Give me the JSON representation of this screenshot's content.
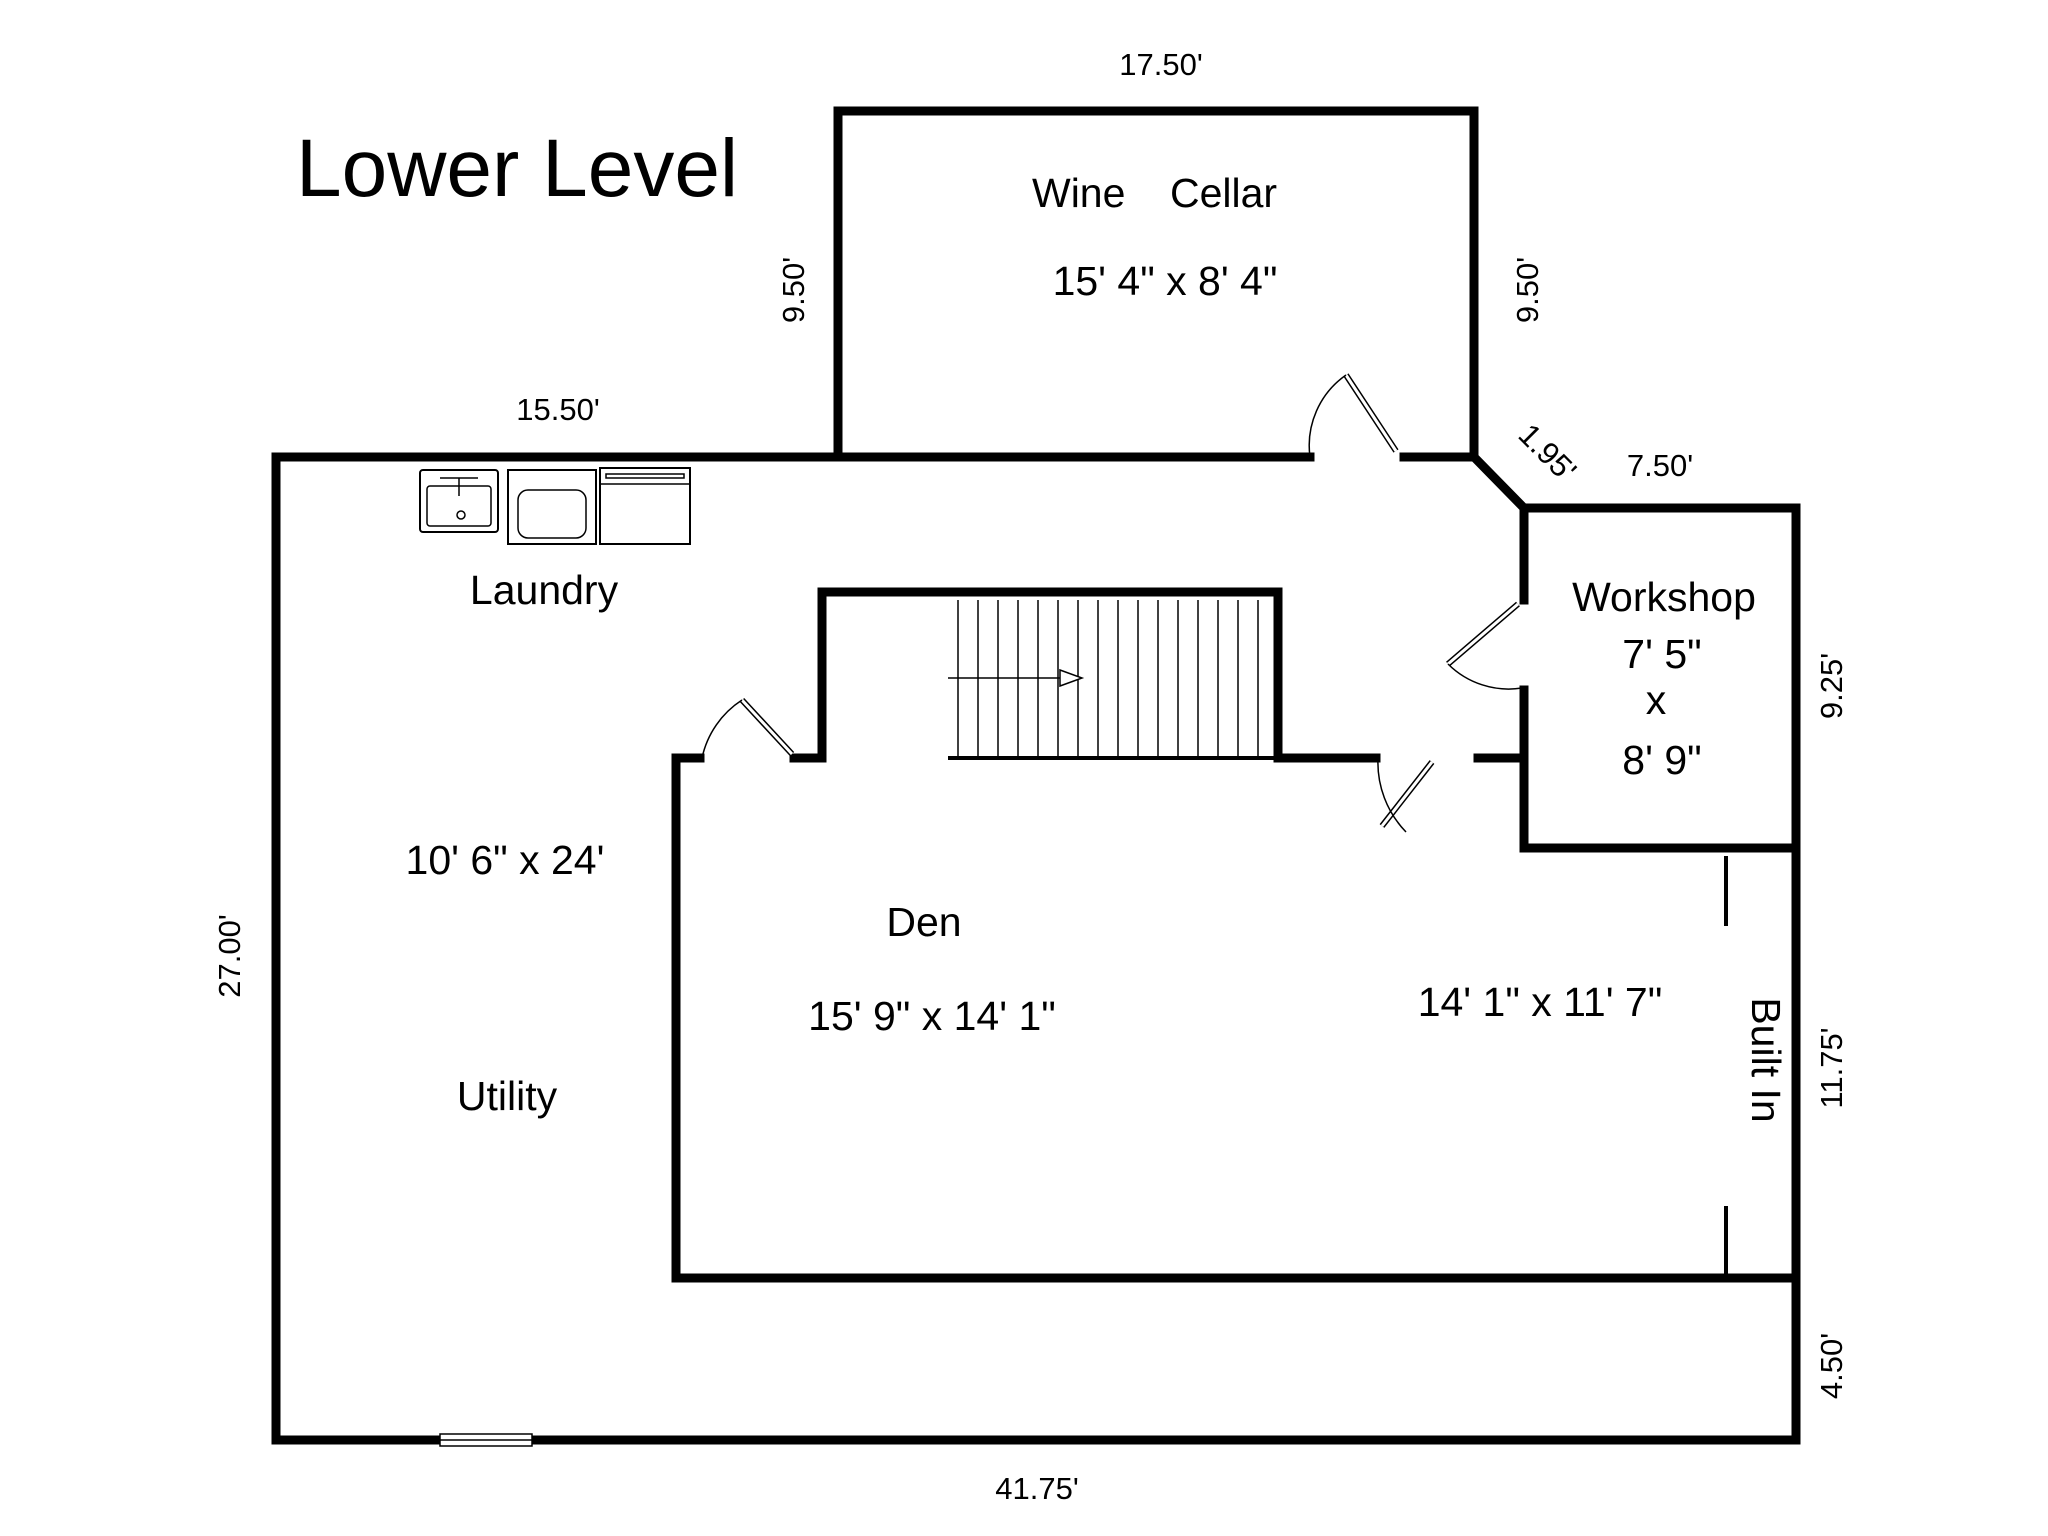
{
  "plan": {
    "title": "Lower Level",
    "rooms": {
      "wine_cellar": {
        "name_1": "Wine",
        "name_2": "Cellar",
        "size": "15' 4\" x 8' 4\""
      },
      "laundry": {
        "name": "Laundry"
      },
      "utility": {
        "name": "Utility",
        "size": "10' 6\" x 24'"
      },
      "den": {
        "name": "Den",
        "size": "15' 9\" x 14' 1\"",
        "size_2": "14' 1\" x 11' 7\""
      },
      "workshop": {
        "name": "Workshop",
        "size_line1": "7' 5\"",
        "size_line2": "x",
        "size_line3": "8' 9\""
      },
      "built_in": {
        "name": "Built In"
      }
    },
    "dimensions": {
      "top": "17.50'",
      "wine_left": "9.50'",
      "wine_right": "9.50'",
      "upper_left": "15.50'",
      "diagonal": "1.95'",
      "workshop_top": "7.50'",
      "workshop_right": "9.25'",
      "left": "27.00'",
      "right_mid": "11.75'",
      "right_bottom": "4.50'",
      "bottom": "41.75'"
    },
    "icons": [
      "sink-icon",
      "washer-icon",
      "dryer-icon",
      "staircase-icon",
      "door-swing-icon",
      "sliding-door-icon"
    ]
  }
}
